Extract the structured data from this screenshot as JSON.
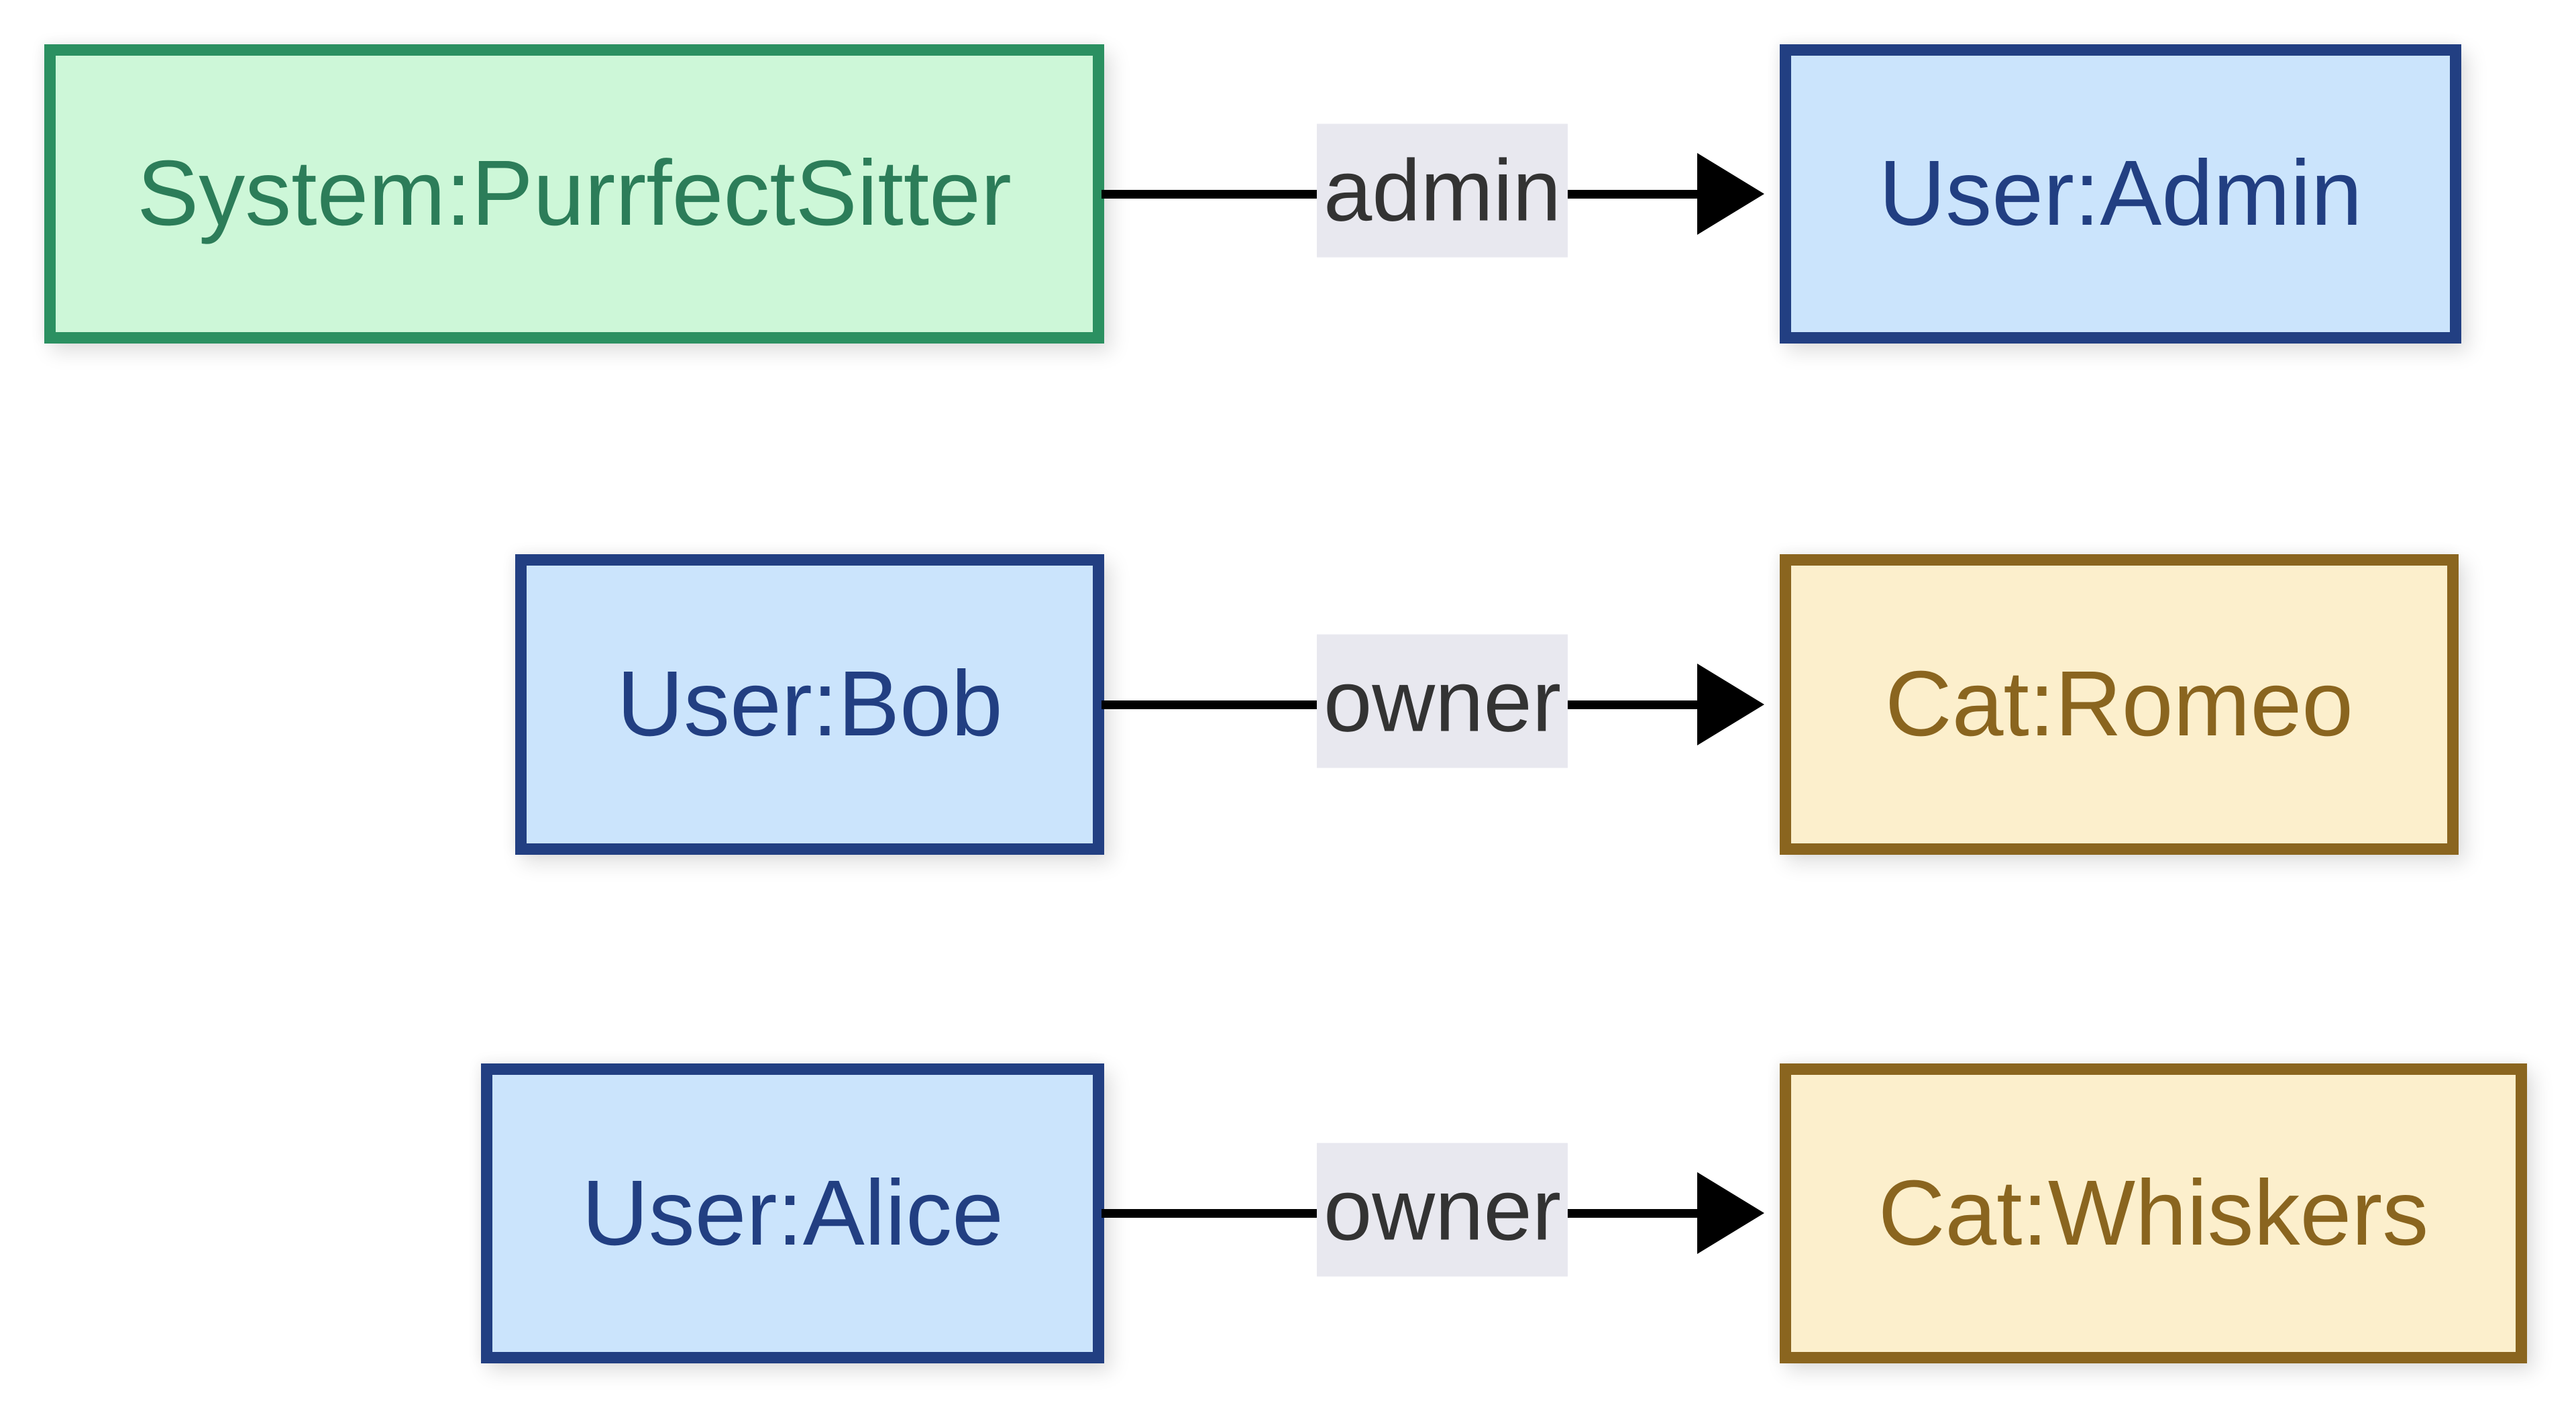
{
  "diagram": {
    "type": "flowchart",
    "direction": "left-to-right",
    "background": "#ffffff",
    "nodes": [
      {
        "id": "system",
        "label": "System:PurrfectSitter",
        "kind": "system",
        "fill": "#cdf7d8",
        "border": "#2b9061",
        "text_color": "#2c7d59"
      },
      {
        "id": "user_admin",
        "label": "User:Admin",
        "kind": "user",
        "fill": "#cbe4fc",
        "border": "#223f82",
        "text_color": "#223f82"
      },
      {
        "id": "user_bob",
        "label": "User:Bob",
        "kind": "user",
        "fill": "#cbe4fc",
        "border": "#223f82",
        "text_color": "#223f82"
      },
      {
        "id": "cat_romeo",
        "label": "Cat:Romeo",
        "kind": "cat",
        "fill": "#fcefcc",
        "border": "#8a651f",
        "text_color": "#8a651f"
      },
      {
        "id": "user_alice",
        "label": "User:Alice",
        "kind": "user",
        "fill": "#cbe4fc",
        "border": "#223f82",
        "text_color": "#223f82"
      },
      {
        "id": "cat_whiskers",
        "label": "Cat:Whiskers",
        "kind": "cat",
        "fill": "#fcefcc",
        "border": "#8a651f",
        "text_color": "#8a651f"
      }
    ],
    "edges": [
      {
        "from": "system",
        "to": "user_admin",
        "label": "admin"
      },
      {
        "from": "user_bob",
        "to": "cat_romeo",
        "label": "owner"
      },
      {
        "from": "user_alice",
        "to": "cat_whiskers",
        "label": "owner"
      }
    ],
    "edge_style": {
      "line_color": "#000000",
      "label_bg": "#e8e8ef",
      "label_color": "#333333"
    }
  }
}
